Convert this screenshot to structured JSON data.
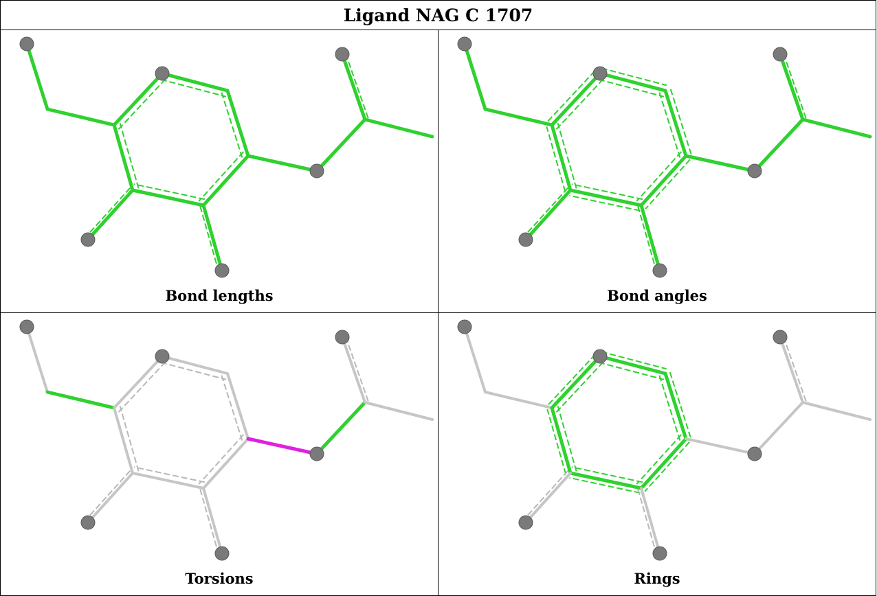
{
  "title": "Ligand NAG C 1707",
  "panels": [
    {
      "caption": "Bond lengths",
      "mode": "all-green"
    },
    {
      "caption": "Bond angles",
      "mode": "all-green"
    },
    {
      "caption": "Torsions",
      "mode": "torsions"
    },
    {
      "caption": "Rings",
      "mode": "rings"
    }
  ],
  "colors": {
    "outlier_green": "#2fd12f",
    "neutral_gray": "#c6c6c6",
    "torsion_magenta": "#e020e0",
    "atom_gray": "#7a7a7a"
  }
}
